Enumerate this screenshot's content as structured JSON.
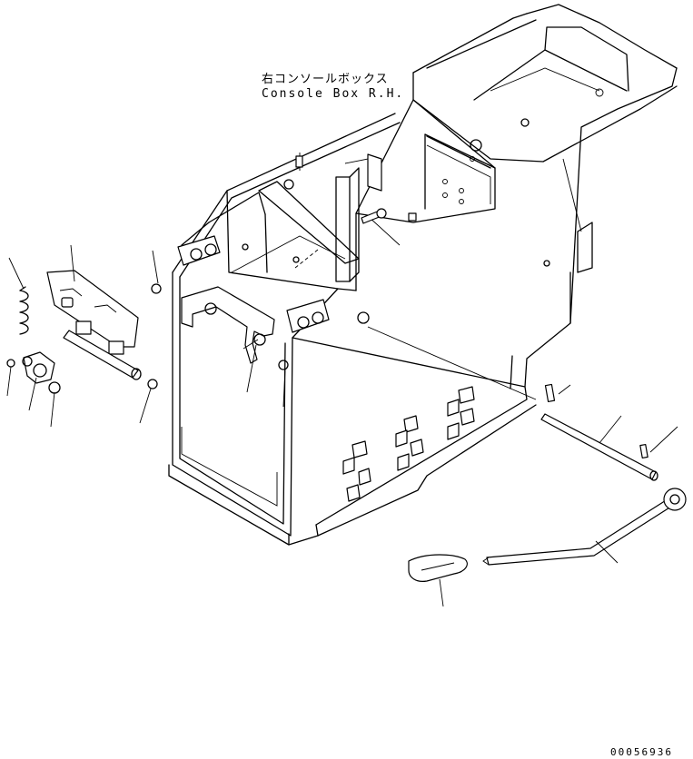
{
  "labels": {
    "title_jp": "右コンソールボックス",
    "title_en": "Console Box R.H.",
    "drawing_number": "00056936"
  }
}
